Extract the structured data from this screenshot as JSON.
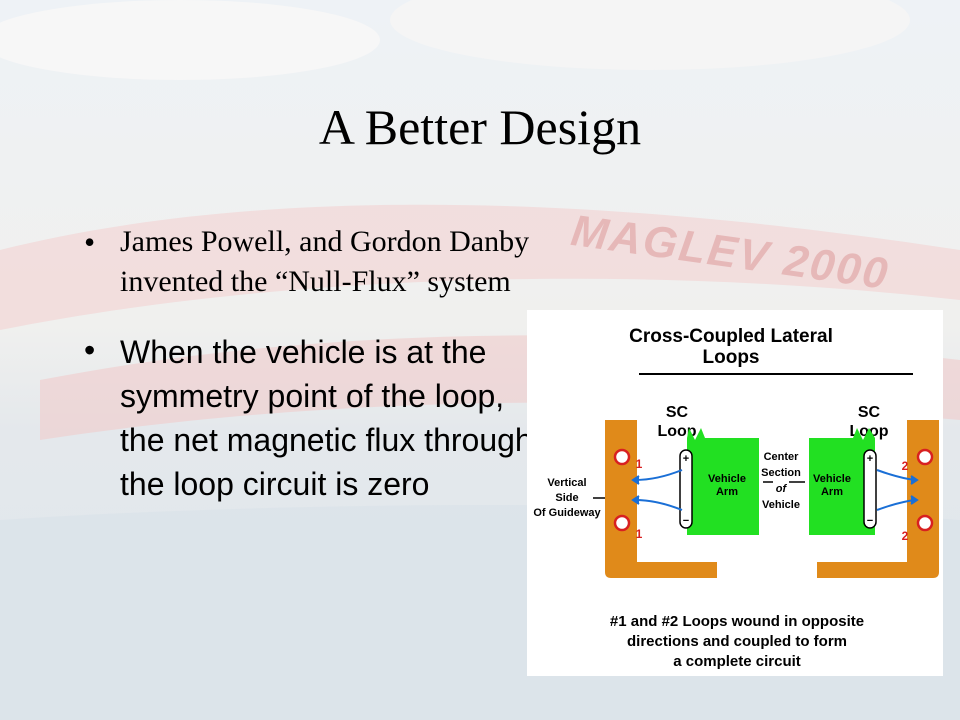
{
  "slide": {
    "title": "A Better Design",
    "background_watermark": "MAGLEV 2000"
  },
  "bullets": [
    {
      "text": "James Powell, and Gordon Danby invented the “Null-Flux” system"
    },
    {
      "text": "When the vehicle is at the symmetry point of the loop, the net magnetic flux through the loop circuit is zero"
    }
  ],
  "figure": {
    "title_line1": "Cross-Coupled Lateral",
    "title_line2": "Loops",
    "sc_loop_left_1": "SC",
    "sc_loop_left_2": "Loop",
    "sc_loop_right_1": "SC",
    "sc_loop_right_2": "Loop",
    "center_1": "Center",
    "center_2": "Section",
    "center_3": "of",
    "center_4": "Vehicle",
    "vehicle_arm_left_1": "Vehicle",
    "vehicle_arm_left_2": "Arm",
    "vehicle_arm_right_1": "Vehicle",
    "vehicle_arm_right_2": "Arm",
    "vertical_side_1": "Vertical",
    "vertical_side_2": "Side",
    "vertical_side_3": "Of Guideway",
    "loop_label_1a": "1",
    "loop_label_1b": "1",
    "loop_label_2a": "2",
    "loop_label_2b": "2",
    "plus": "+",
    "minus": "−",
    "caption_1": "#1 and #2 Loops wound in opposite",
    "caption_2": "directions and coupled to form",
    "caption_3": "a complete circuit",
    "colors": {
      "guideway": "#e08a1a",
      "vehicle_arm": "#22e022",
      "arrow": "#1a6fd6",
      "loop": "#d82020"
    }
  }
}
